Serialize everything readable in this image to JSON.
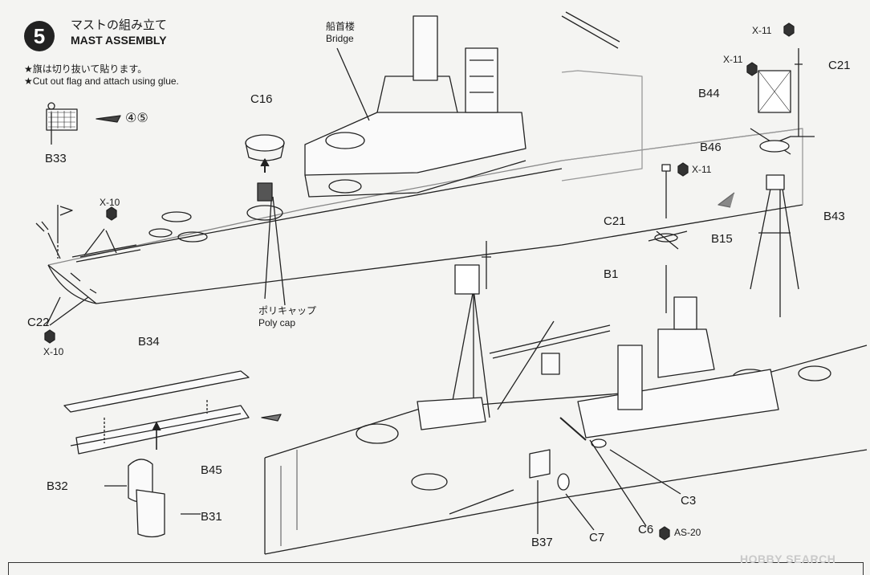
{
  "header": {
    "step_number": "5",
    "title_jp": "マストの組み立て",
    "title_en": "MAST ASSEMBLY"
  },
  "notes": {
    "jp": "★旗は切り抜いて貼ります。",
    "en": "★Cut out flag and attach using glue."
  },
  "flag_ref": "④⑤",
  "labels": {
    "bridge_jp": "船首楼",
    "bridge_en": "Bridge",
    "polycap_jp": "ポリキャップ",
    "polycap_en": "Poly cap",
    "c16": "C16",
    "b33": "B33",
    "x10_top": "X-10",
    "c22": "C22",
    "x10_bottom": "X-10",
    "x11_a": "X-11",
    "x11_b": "X-11",
    "x11_c": "X-11",
    "c21_top": "C21",
    "c21_mid": "C21",
    "b44": "B44",
    "b46": "B46",
    "b43": "B43",
    "b15": "B15",
    "b1": "B1",
    "b34": "B34",
    "b45": "B45",
    "b32": "B32",
    "b31": "B31",
    "b37": "B37",
    "c7": "C7",
    "c6": "C6",
    "as20": "AS-20",
    "c3": "C3"
  },
  "watermark": "HOBBY SEARCH"
}
